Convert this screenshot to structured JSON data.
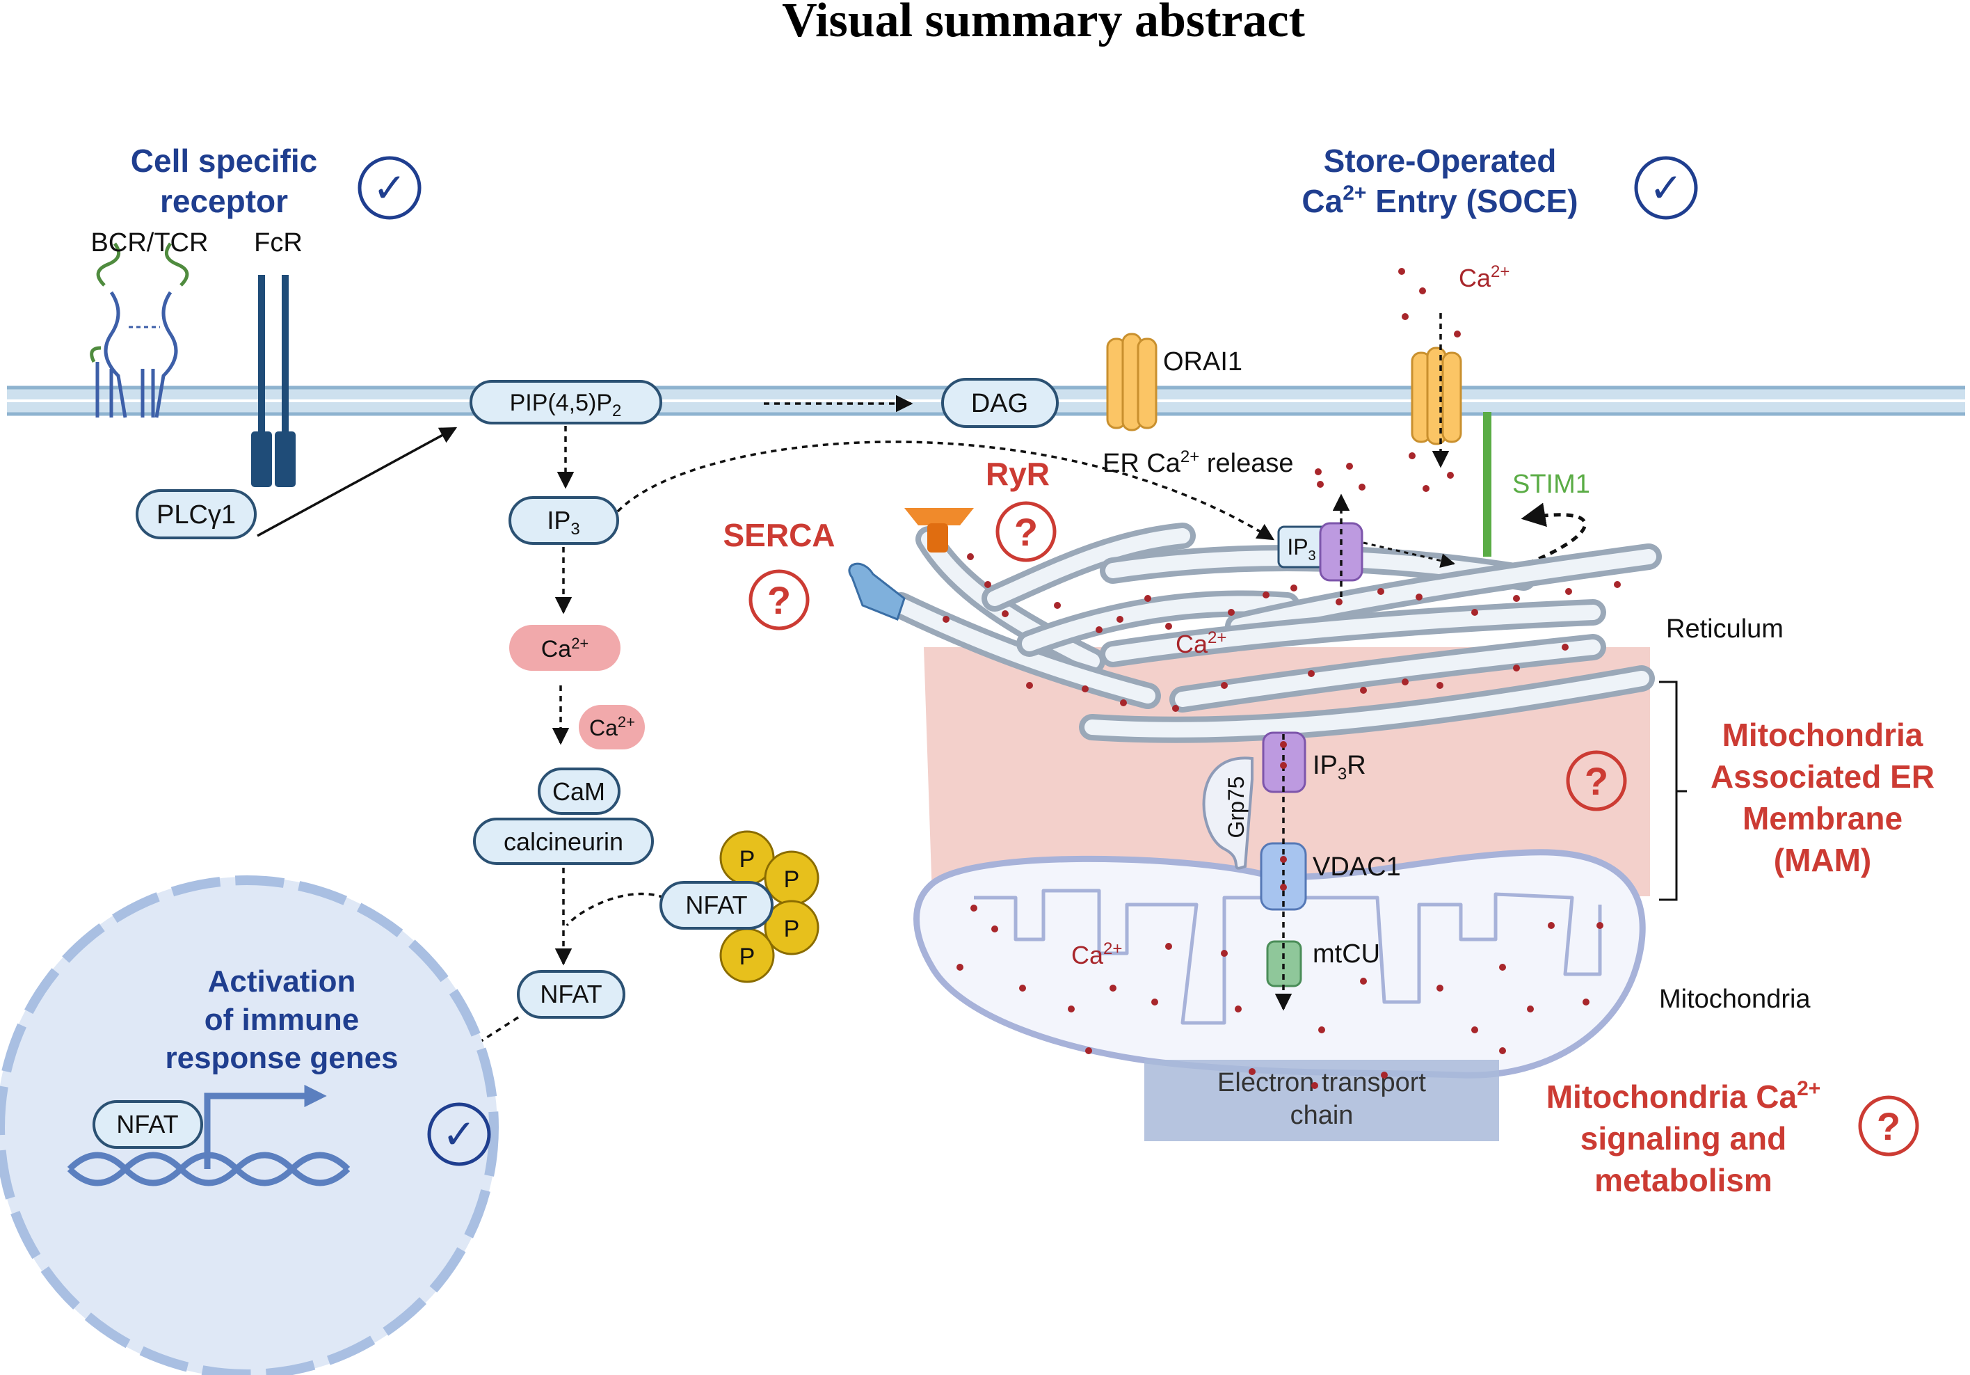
{
  "title": "Visual summary abstract",
  "headings": {
    "receptor_line1": "Cell specific",
    "receptor_line2": "receptor",
    "soce_line1": "Store-Operated",
    "soce_line2_a": "Ca",
    "soce_line2_sup": "2+",
    "soce_line2_b": " Entry (SOCE)",
    "serca": "SERCA",
    "ryr": "RyR",
    "mam_line1": "Mitochondria",
    "mam_line2": "Associated ER",
    "mam_line3": "Membrane",
    "mam_line4": "(MAM)",
    "mito_line1_a": "Mitochondria Ca",
    "mito_line1_sup": "2+",
    "mito_line2": "signaling and",
    "mito_line3": "metabolism",
    "act_line1": "Activation",
    "act_line2": "of immune",
    "act_line3": "response genes"
  },
  "labels": {
    "bcr_tcr": "BCR/TCR",
    "fcr": "FcR",
    "plcg1": "PLCγ1",
    "pip2_a": "PIP(4,5)P",
    "pip2_sub": "2",
    "dag": "DAG",
    "orai1": "ORAI1",
    "ip3_a": "IP",
    "ip3_sub": "3",
    "ca": "Ca",
    "ca_sup": "2+",
    "er_release_a": "ER Ca",
    "er_release_sup": "2+",
    "er_release_b": " release",
    "stim1": "STIM1",
    "reticulum": "Reticulum",
    "cam": "CaM",
    "calcineurin": "calcineurin",
    "nfat": "NFAT",
    "p": "P",
    "grp75": "Grp75",
    "ip3r_a": "IP",
    "ip3r_sub": "3",
    "ip3r_b": "R",
    "vdac1": "VDAC1",
    "mtcu": "mtCU",
    "mitochondria": "Mitochondria",
    "etc_line1": "Electron transport",
    "etc_line2": "chain"
  },
  "marks": {
    "check": "✓",
    "question": "?"
  },
  "colors": {
    "heading_blue": "#1f3e8f",
    "question_red": "#cc3b33",
    "membrane": "#cde0ee",
    "membrane_line": "#8eb3cf",
    "node_fill": "#deedf8",
    "node_stroke": "#2b5173",
    "ca_fill": "#f1a9ab",
    "mam_fill": "#f3d0cb",
    "er_fill": "#eef3f8",
    "mito_fill": "#f3f5fc",
    "mito_stroke": "#a7b2d9",
    "nucleus_fill": "#dfe8f6",
    "nucleus_stroke": "#a9bfe2",
    "etc_fill": "#a9bad9",
    "orai_fill": "#fbc565",
    "stim_green": "#5aac45",
    "phospho_fill": "#e7c01c",
    "ip3r_fill": "#bd9ae0",
    "vdac_fill": "#a7c4ef",
    "mtcu_fill": "#8fc79a",
    "dot_red": "#a8262b",
    "arrow": "#111111"
  }
}
